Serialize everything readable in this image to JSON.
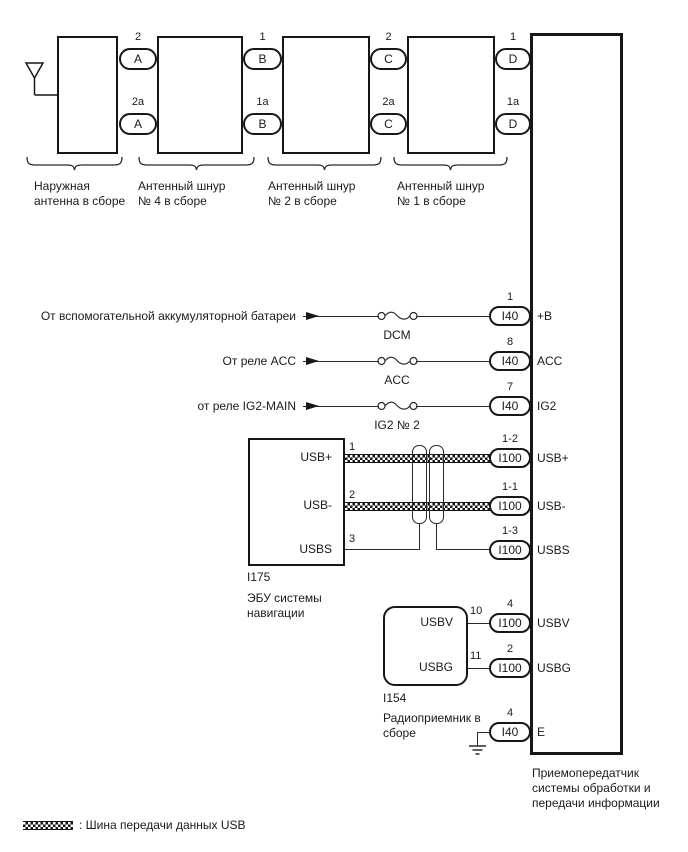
{
  "top": {
    "connectors": [
      {
        "code_top": "A",
        "code_bottom": "A",
        "pin_top": "2",
        "pin_bottom": "2a"
      },
      {
        "code_top": "B",
        "code_bottom": "B",
        "pin_top": "1",
        "pin_bottom": "1a"
      },
      {
        "code_top": "C",
        "code_bottom": "C",
        "pin_top": "2",
        "pin_bottom": "2a"
      },
      {
        "code_top": "D",
        "code_bottom": "D",
        "pin_top": "1",
        "pin_bottom": "1a"
      }
    ],
    "groups": [
      {
        "label1": "Наружная",
        "label2": "антенна в сборе"
      },
      {
        "label1": "Антенный шнур",
        "label2": "№ 4 в сборе"
      },
      {
        "label1": "Антенный шнур",
        "label2": "№ 2 в сборе"
      },
      {
        "label1": "Антенный шнур",
        "label2": "№ 1 в сборе"
      }
    ]
  },
  "power_rows": [
    {
      "source": "От вспомогательной аккумуляторной батареи",
      "fuse": "DCM",
      "pin": "1",
      "connector": "I40",
      "signal": "+B"
    },
    {
      "source": "От реле ACC",
      "fuse": "ACC",
      "pin": "8",
      "connector": "I40",
      "signal": "ACC"
    },
    {
      "source": "от реле IG2-MAIN",
      "fuse": "IG2 № 2",
      "pin": "7",
      "connector": "I40",
      "signal": "IG2"
    }
  ],
  "usb": {
    "ecu_code": "I175",
    "ecu_label1": "ЭБУ системы",
    "ecu_label2": "навигации",
    "rows": [
      {
        "internal": "USB+",
        "ecu_pin": "1",
        "pin": "1-2",
        "connector": "I100",
        "signal": "USB+"
      },
      {
        "internal": "USB-",
        "ecu_pin": "2",
        "pin": "1-1",
        "connector": "I100",
        "signal": "USB-"
      },
      {
        "internal": "USBS",
        "ecu_pin": "3",
        "pin": "1-3",
        "connector": "I100",
        "signal": "USBS"
      }
    ]
  },
  "radio": {
    "code": "I154",
    "label1": "Радиоприемник в",
    "label2": "сборе",
    "rows": [
      {
        "internal": "USBV",
        "src_pin": "10",
        "pin": "4",
        "connector": "I100",
        "signal": "USBV"
      },
      {
        "internal": "USBG",
        "src_pin": "11",
        "pin": "2",
        "connector": "I100",
        "signal": "USBG"
      }
    ]
  },
  "ground": {
    "pin": "4",
    "connector": "I40",
    "signal": "E"
  },
  "main_unit": {
    "label1": "Приемопередатчик",
    "label2": "системы обработки и",
    "label3": "передачи информации"
  },
  "legend": {
    "label": ": Шина передачи данных USB"
  }
}
